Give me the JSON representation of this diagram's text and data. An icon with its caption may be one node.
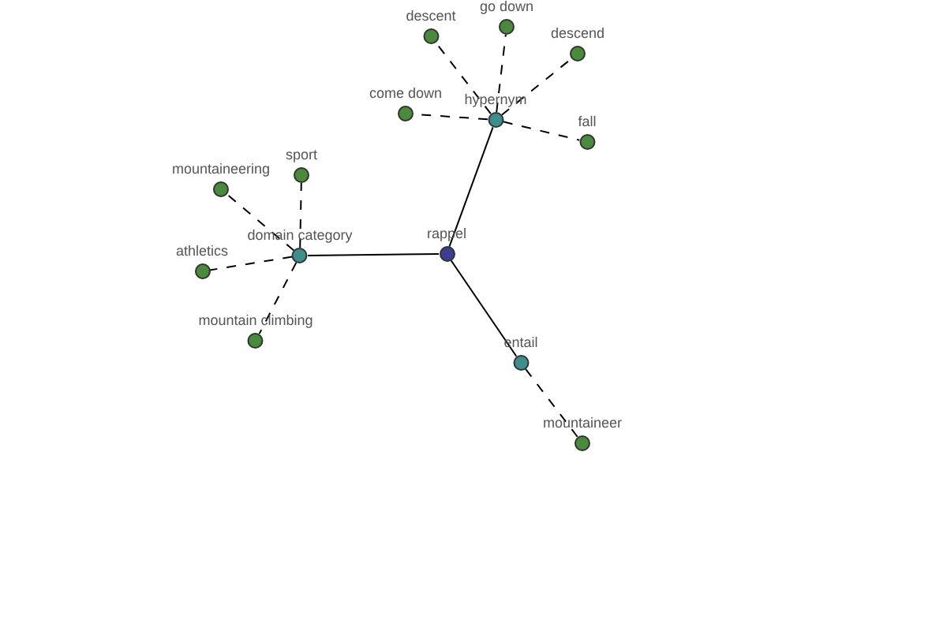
{
  "diagram": {
    "nodes": [
      {
        "text": [
          "rappel"
        ]
      },
      {
        "text": [
          "hypernym"
        ]
      },
      {
        "text": [
          "domain category"
        ]
      },
      {
        "text": [
          "entail"
        ]
      },
      {
        "text": [
          "descent"
        ]
      },
      {
        "text": [
          "go down"
        ]
      },
      {
        "text": [
          "descend"
        ]
      },
      {
        "text": [
          "come down"
        ]
      },
      {
        "text": [
          "fall"
        ]
      },
      {
        "text": [
          "mountaineering"
        ]
      },
      {
        "text": [
          "sport"
        ]
      },
      {
        "text": [
          "athletics"
        ]
      },
      {
        "text": [
          "mountain climbing"
        ]
      },
      {
        "text": [
          "mountaineer"
        ]
      }
    ],
    "edges": [
      {
        "from": 0,
        "to": 1,
        "arrow": "none"
      },
      {
        "from": 0,
        "to": 2,
        "arrow": "none"
      },
      {
        "from": 0,
        "to": 3,
        "arrow": "none"
      },
      {
        "from": 1,
        "to": 4,
        "arrow": "none",
        "style": "dashed"
      },
      {
        "from": 1,
        "to": 5,
        "arrow": "none",
        "style": "dashed"
      },
      {
        "from": 1,
        "to": 6,
        "arrow": "none",
        "style": "dashed"
      },
      {
        "from": 1,
        "to": 7,
        "arrow": "none",
        "style": "dashed"
      },
      {
        "from": 1,
        "to": 8,
        "arrow": "none",
        "style": "dashed"
      },
      {
        "from": 2,
        "to": 9,
        "arrow": "none",
        "style": "dashed"
      },
      {
        "from": 2,
        "to": 10,
        "arrow": "none",
        "style": "dashed"
      },
      {
        "from": 2,
        "to": 11,
        "arrow": "none",
        "style": "dashed"
      },
      {
        "from": 2,
        "to": 12,
        "arrow": "none",
        "style": "dashed"
      },
      {
        "from": 3,
        "to": 13,
        "arrow": "none",
        "style": "dashed"
      }
    ]
  }
}
